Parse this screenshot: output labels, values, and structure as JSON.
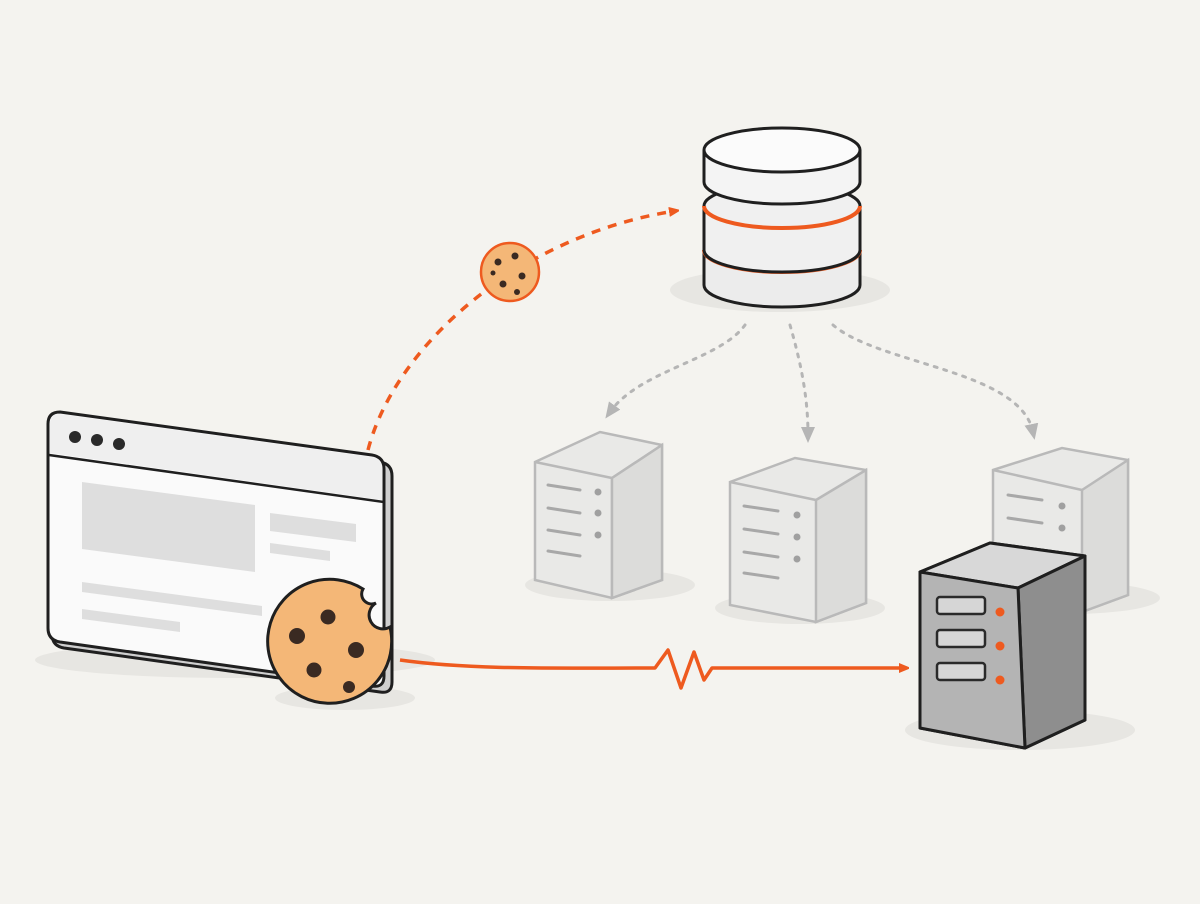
{
  "colors": {
    "background": "#f4f3ef",
    "accent": "#ee5a1f",
    "outline": "#1f1f1f",
    "cookie": "#f4b777",
    "cookie_chip": "#3a2a22",
    "faded_outline": "#b9b9b9",
    "faded_fill": "#e9e9e7",
    "server_fill": "#a9a9a9",
    "dotted_arrow": "#b5b5b5"
  },
  "icons": {
    "browser": "browser-window-icon",
    "cookie": "cookie-icon",
    "database": "database-icon",
    "server": "server-icon"
  },
  "nodes": {
    "browser": "browser-window",
    "cookie_large": "cookie-bitten",
    "cookie_small": "cookie-in-transit",
    "database": "database-cylinder",
    "replica_servers": [
      "server-replica-1",
      "server-replica-2",
      "server-replica-3"
    ],
    "target_server": "server-highlighted"
  }
}
